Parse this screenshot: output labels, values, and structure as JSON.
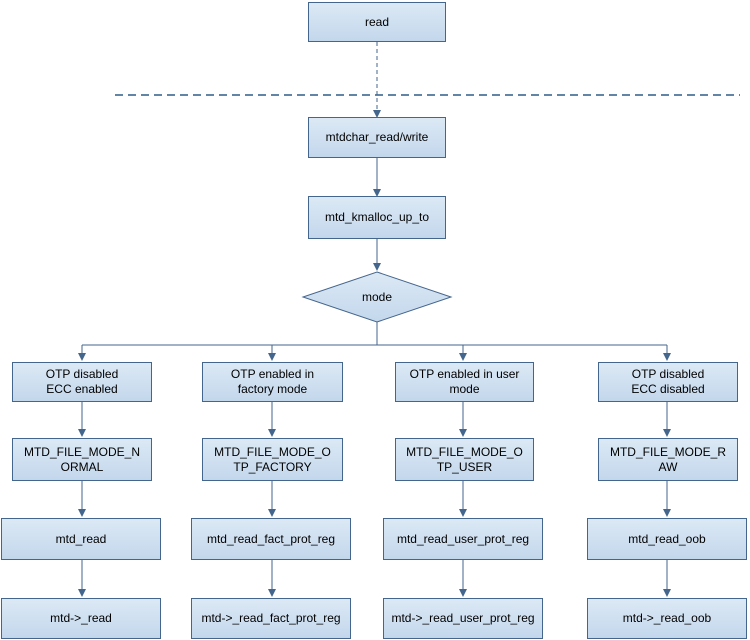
{
  "nodes": {
    "read": "read",
    "mtdchar": "mtdchar_read/write",
    "kmalloc": "mtd_kmalloc_up_to",
    "mode": "mode",
    "b1_cond": "OTP disabled\nECC enabled",
    "b2_cond": "OTP enabled in\nfactory mode",
    "b3_cond": "OTP enabled in user\nmode",
    "b4_cond": "OTP disabled\nECC disabled",
    "b1_mode": "MTD_FILE_MODE_N\nORMAL",
    "b2_mode": "MTD_FILE_MODE_O\nTP_FACTORY",
    "b3_mode": "MTD_FILE_MODE_O\nTP_USER",
    "b4_mode": "MTD_FILE_MODE_R\nAW",
    "b1_func": "mtd_read",
    "b2_func": "mtd_read_fact_prot_reg",
    "b3_func": "mtd_read_user_prot_reg",
    "b4_func": "mtd_read_oob",
    "b1_op": "mtd->_read",
    "b2_op": "mtd->_read_fact_prot_reg",
    "b3_op": "mtd->_read_user_prot_reg",
    "b4_op": "mtd->_read_oob"
  },
  "colors": {
    "box_top": "#dce9f5",
    "box_bottom": "#c3d7ec",
    "border": "#44658c",
    "separator": "#2e5c8a",
    "arrow": "#44658c"
  }
}
